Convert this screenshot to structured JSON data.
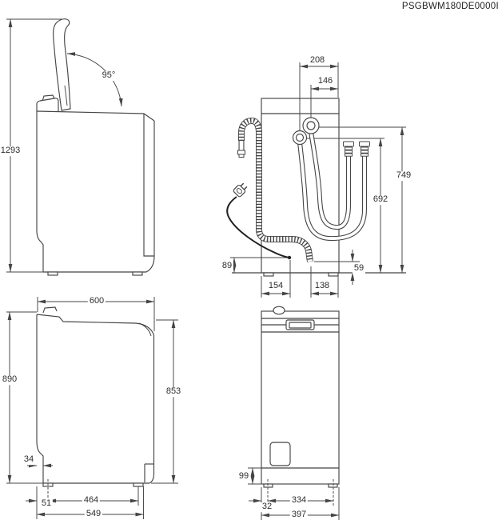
{
  "document_code": "PSGBWM180DE0000I",
  "views": {
    "side_lid_open": {
      "title": "side view with lid open",
      "dims": {
        "total_height_lid_open": "1293",
        "lid_opening_angle": "95°"
      }
    },
    "rear_hoses": {
      "title": "rear view with hoses and cord",
      "dims": {
        "drain_connection_to_right": "208",
        "inlet_connection_to_right": "146",
        "inlet_hose_reach_height": "749",
        "drain_hose_reach_height": "692",
        "cord_exit_height": "89",
        "drain_hose_end_height": "59",
        "cord_exit_from_left": "154",
        "drain_hose_end_from_right": "138"
      }
    },
    "side_closed": {
      "title": "side view closed",
      "dims": {
        "depth_top": "600",
        "height_front": "890",
        "height_rear": "853",
        "base_front_recess": "34",
        "front_foot_offset": "51",
        "foot_spacing_depth": "464",
        "base_depth": "549"
      }
    },
    "front": {
      "title": "front view",
      "dims": {
        "plinth_height": "99",
        "foot_offset_left": "32",
        "foot_spacing_width": "334",
        "overall_width": "397"
      }
    }
  }
}
